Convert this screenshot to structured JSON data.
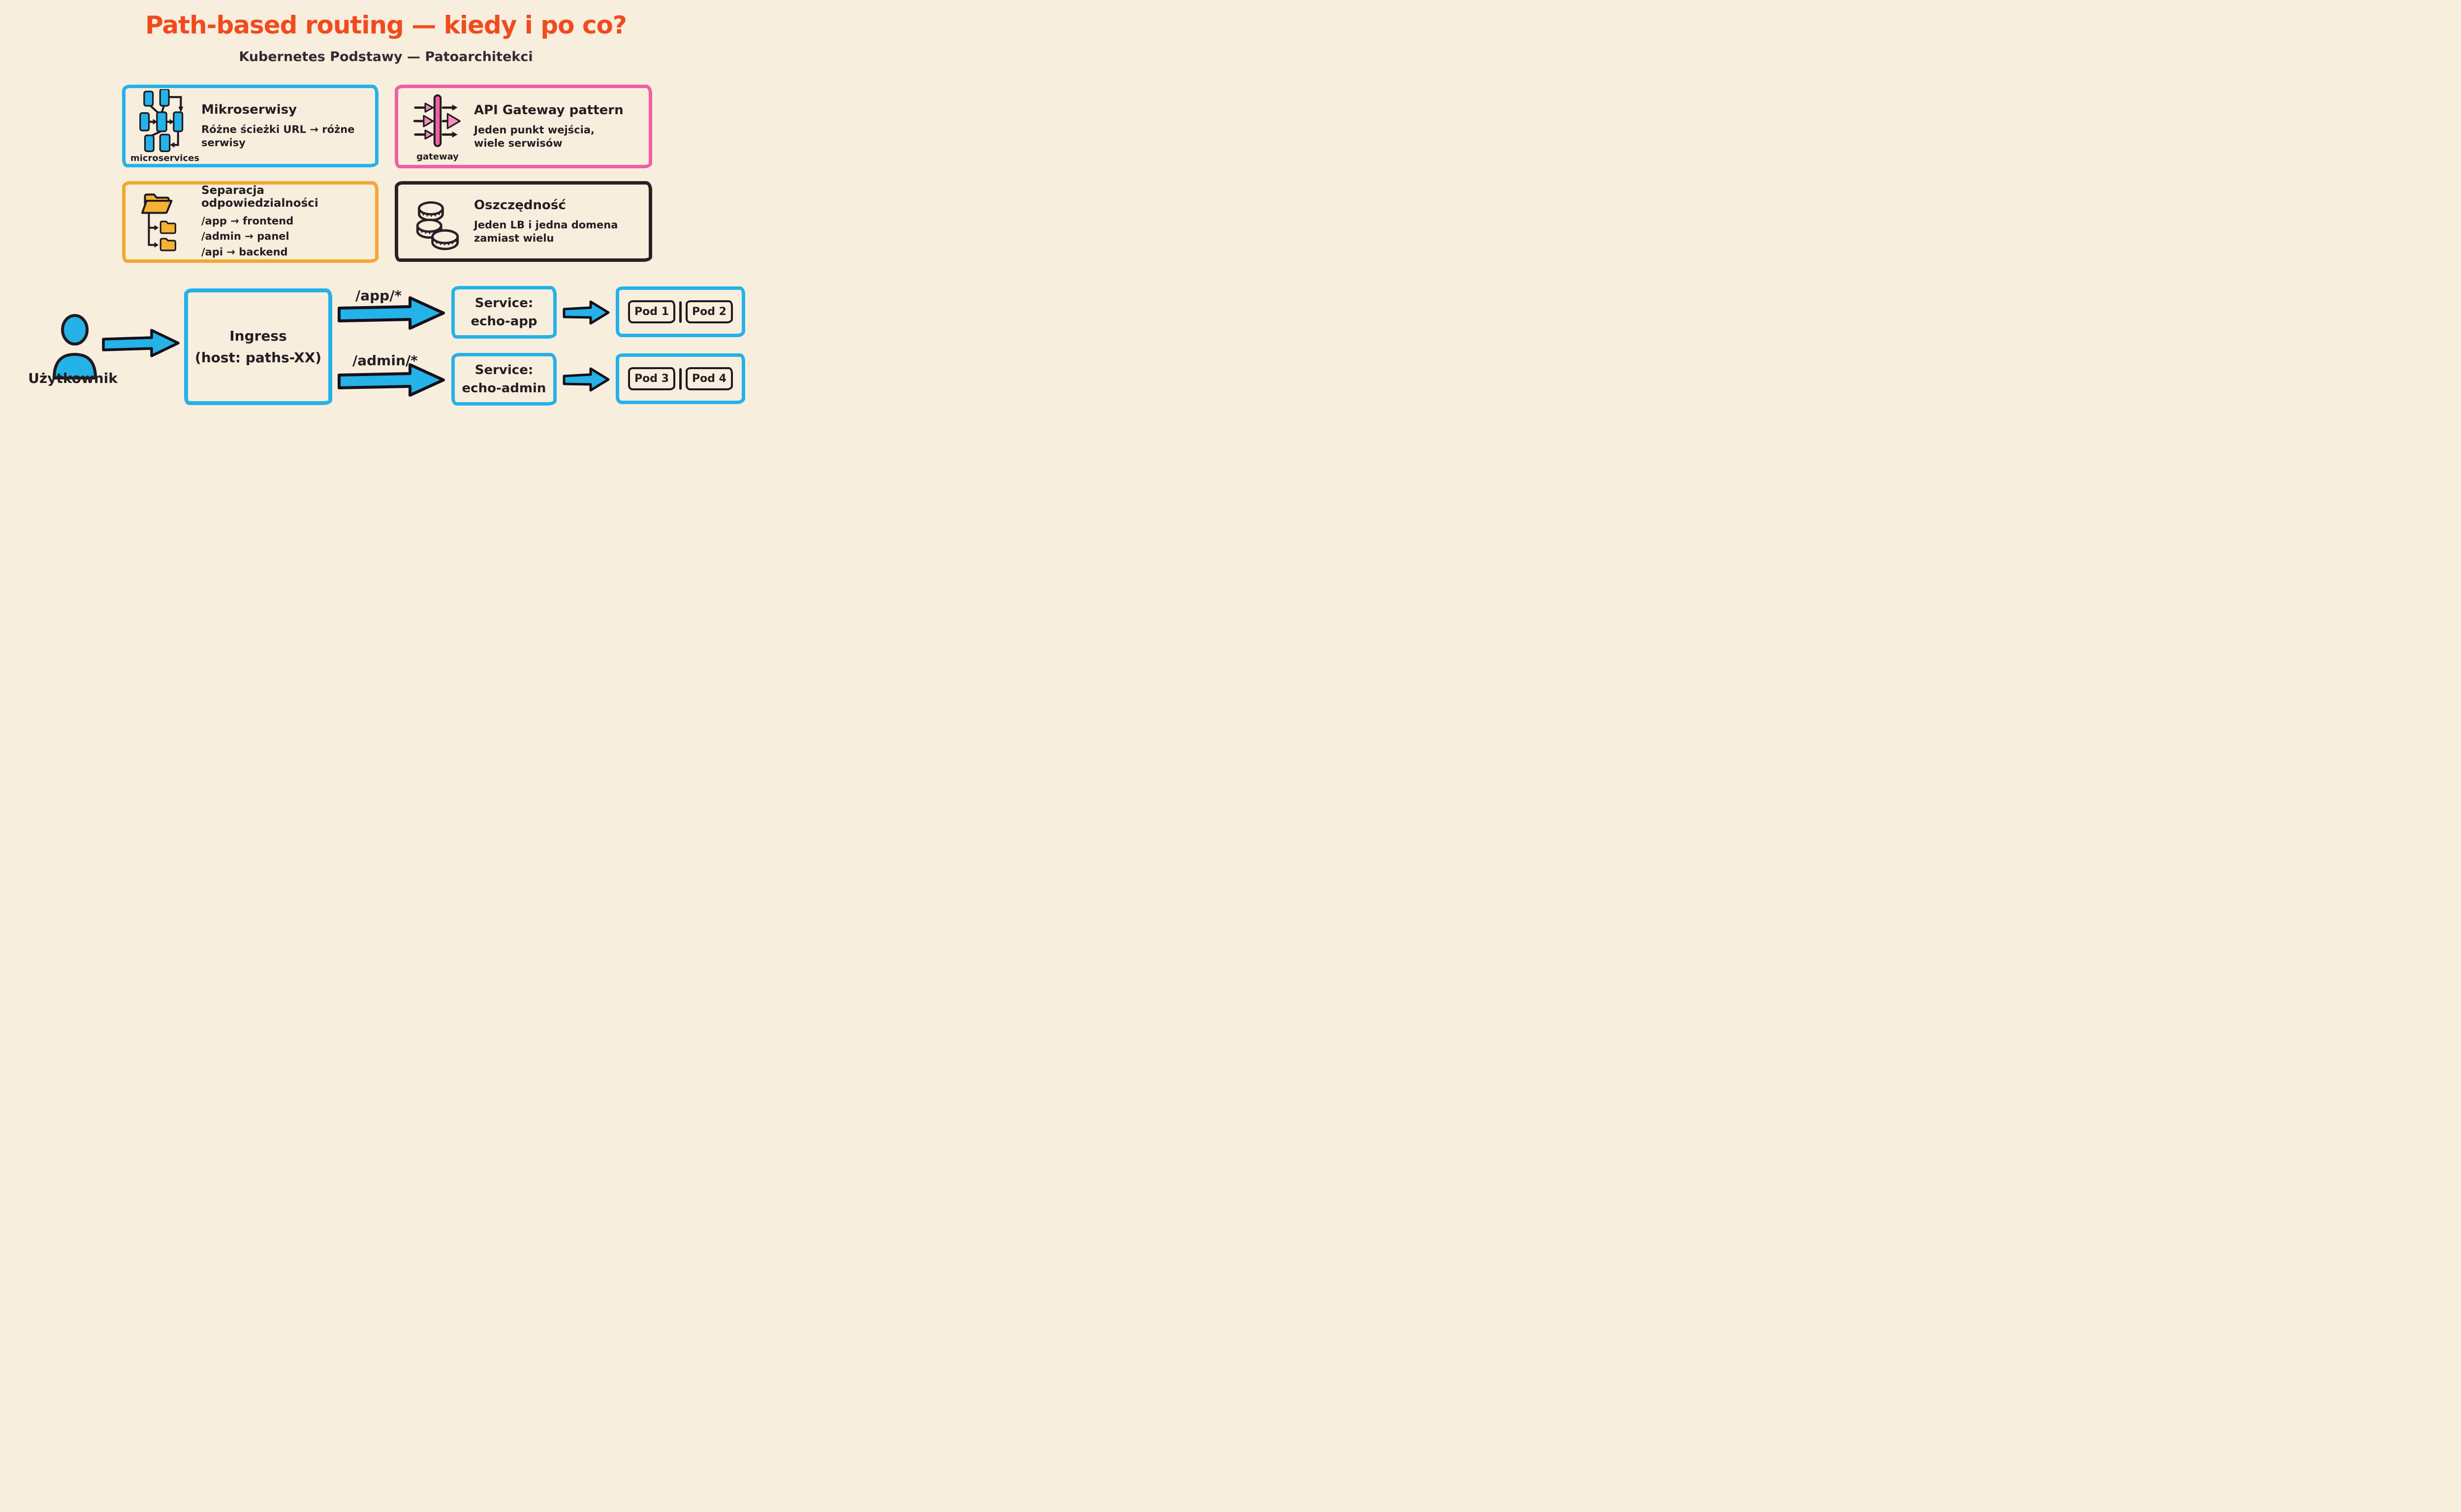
{
  "header": {
    "title": "Path-based routing — kiedy i po co?",
    "subtitle": "Kubernetes Podstawy — Patoarchitekci"
  },
  "cards": [
    {
      "title": "Mikroserwisy",
      "icon": "microservices-icon",
      "caption": "microservices",
      "lines": [
        "Różne ścieżki URL → różne",
        "serwisy"
      ],
      "accent": "#24b2e8"
    },
    {
      "title": "API Gateway pattern",
      "icon": "gateway-icon",
      "caption": "gateway",
      "lines": [
        "Jeden punkt wejścia,",
        "wiele serwisów"
      ],
      "accent": "#ef5fa4"
    },
    {
      "title": "Separacja odpowiedzialności",
      "icon": "folder-tree-icon",
      "caption": "",
      "lines": [
        "/app → frontend",
        "/admin → panel",
        "/api → backend"
      ],
      "accent": "#f2a733"
    },
    {
      "title": "Oszczędność",
      "icon": "coins-icon",
      "caption": "",
      "lines": [
        "Jeden LB i jedna domena",
        "zamiast wielu"
      ],
      "accent": "#2a2127"
    }
  ],
  "flow": {
    "user_label": "Użytkownik",
    "ingress_line1": "Ingress",
    "ingress_line2": "(host: paths-XX)",
    "routes": [
      {
        "path": "/app/*",
        "service_line1": "Service:",
        "service_line2": "echo-app",
        "pod_a": "Pod 1",
        "pod_b": "Pod 2"
      },
      {
        "path": "/admin/*",
        "service_line1": "Service:",
        "service_line2": "echo-admin",
        "pod_a": "Pod 3",
        "pod_b": "Pod 4"
      }
    ]
  },
  "colors": {
    "background": "#f8eedd",
    "title": "#f04b20",
    "ink": "#241e23",
    "blue": "#24b2e8",
    "pink": "#ef5fa4",
    "yellow": "#f2a733",
    "dark": "#2a2127"
  }
}
